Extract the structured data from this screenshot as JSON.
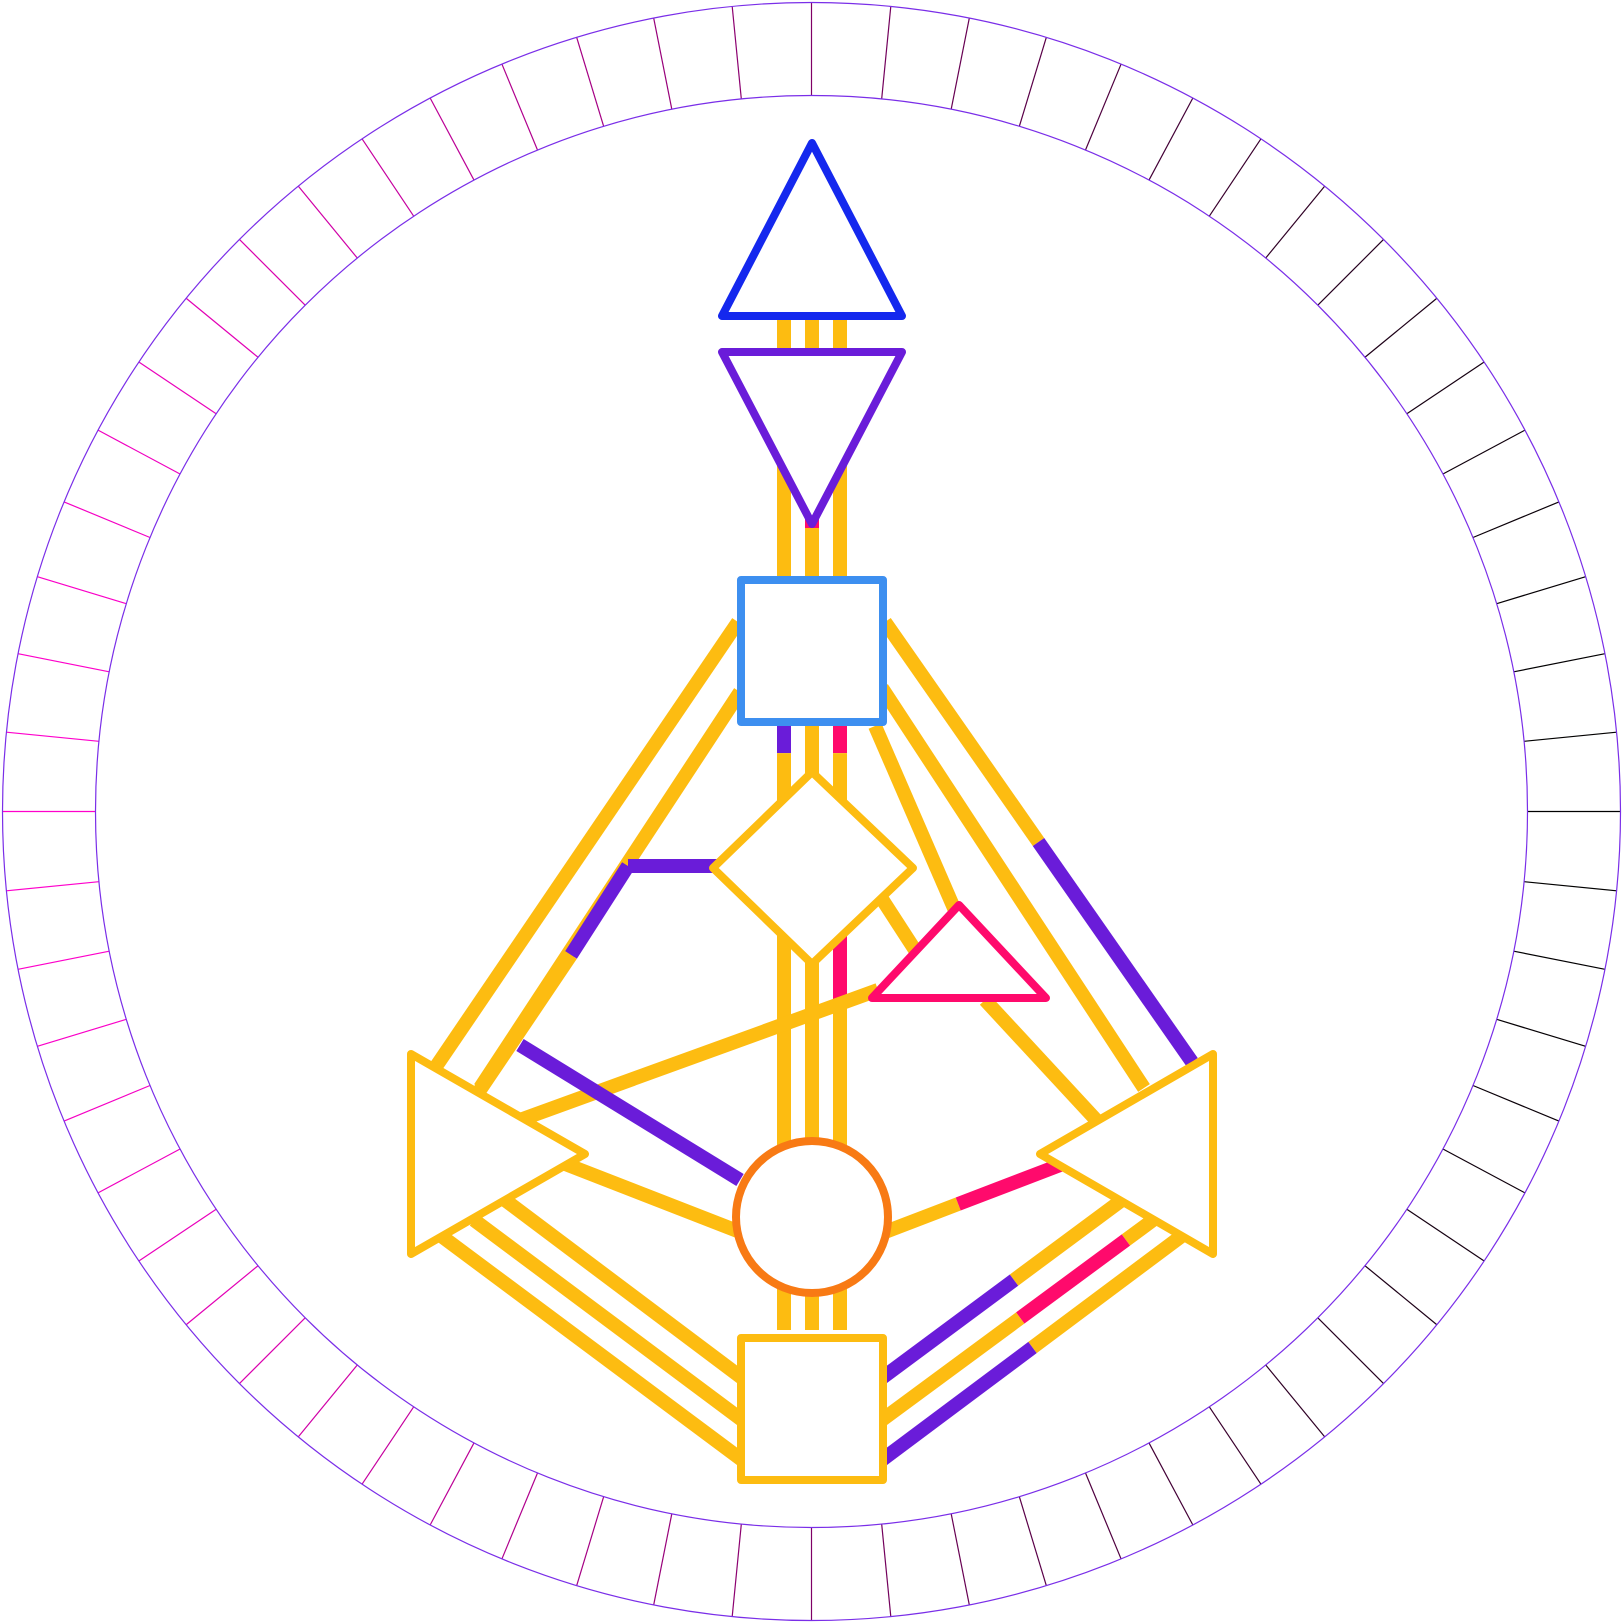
{
  "colors": {
    "background": "#ffffff",
    "gold": "#fdbc11",
    "violet": "#6a1cd9",
    "magenta": "#ff0a6c",
    "blue": "#1428ee",
    "sky_blue": "#3d8ff0",
    "orange": "#f87a14",
    "ring_left": "#ff00cc",
    "ring_right": "#000000",
    "ring_outline": "#7a2ee8"
  },
  "wheel": {
    "segment_count": 64
  },
  "centers": [
    {
      "id": "head",
      "shape": "triangle-up",
      "color": "blue"
    },
    {
      "id": "ajna",
      "shape": "triangle-down",
      "color": "violet"
    },
    {
      "id": "throat",
      "shape": "square",
      "color": "sky_blue"
    },
    {
      "id": "g",
      "shape": "diamond",
      "color": "gold"
    },
    {
      "id": "heart",
      "shape": "triangle-up",
      "color": "magenta"
    },
    {
      "id": "spleen",
      "shape": "triangle-right",
      "color": "gold"
    },
    {
      "id": "solar-plexus",
      "shape": "triangle-left",
      "color": "gold"
    },
    {
      "id": "sacral",
      "shape": "circle",
      "color": "orange"
    },
    {
      "id": "root",
      "shape": "square",
      "color": "gold"
    }
  ]
}
